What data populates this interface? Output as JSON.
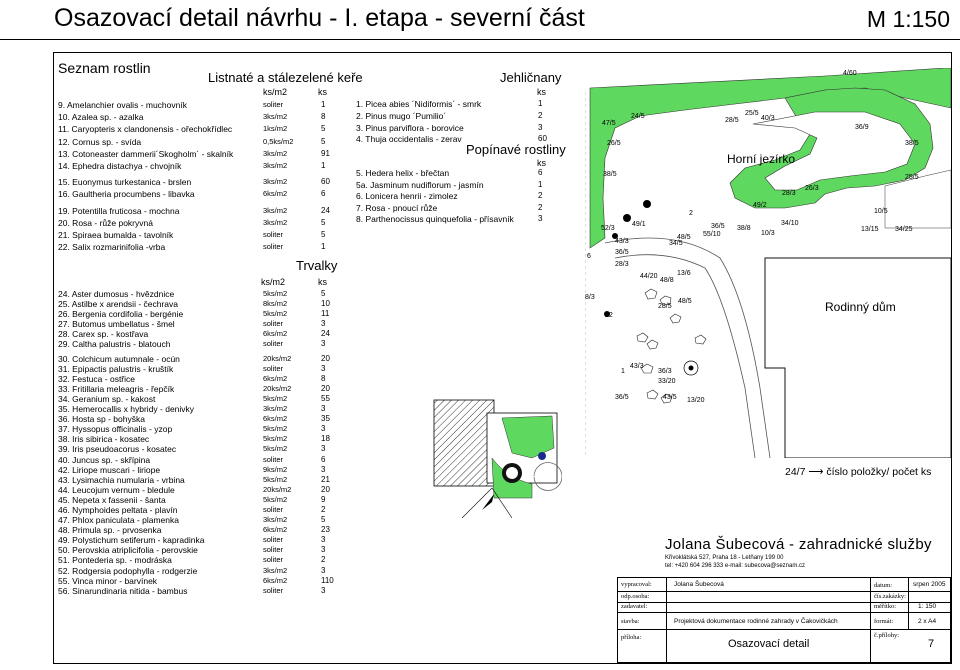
{
  "header": {
    "title": "Osazovací detail návrhu - I. etapa - severní část",
    "scale": "M 1:150"
  },
  "plant_list": {
    "title": "Seznam rostlin",
    "deciduous": {
      "title": "Listnaté a stálezelené keře",
      "col_unit": "ks/m2",
      "col_count": "ks",
      "items": [
        {
          "name": "9.  Amelanchier ovalis - muchovník",
          "unit": "soliter",
          "count": "1"
        },
        {
          "name": "10. Azalea sp. - azalka",
          "unit": "3ks/m2",
          "count": "8"
        },
        {
          "name": "11. Caryopteris x clandonensis - ořechokřídlec",
          "unit": "1ks/m2",
          "count": "5"
        },
        {
          "name": "12. Cornus sp. - svída",
          "unit": "0,5ks/m2",
          "count": "5"
        },
        {
          "name": "13. Cotoneaster dammerii´Skogholm´ - skalník",
          "unit": "3ks/m2",
          "count": "91"
        },
        {
          "name": "14. Ephedra distachya - chvojník",
          "unit": "3ks/m2",
          "count": "1"
        },
        {
          "name": "15. Euonymus turkestanica - brslen",
          "unit": "3ks/m2",
          "count": "60"
        },
        {
          "name": "16. Gaultheria procumbens - libavka",
          "unit": "6ks/m2",
          "count": "6"
        },
        {
          "name": "19. Potentilla fruticosa - mochna",
          "unit": "3ks/m2",
          "count": "24"
        },
        {
          "name": "20. Rosa - růže pokryvná",
          "unit": "3ks/m2",
          "count": "5"
        },
        {
          "name": "21. Spiraea bumalda - tavolník",
          "unit": "soliter",
          "count": "5"
        },
        {
          "name": "22. Salix rozmarinifolia -vrba",
          "unit": "soliter",
          "count": "1"
        }
      ]
    },
    "perennials": {
      "title": "Trvalky",
      "col_unit": "ks/m2",
      "col_count": "ks",
      "items": [
        {
          "name": "24. Aster dumosus - hvězdnice",
          "unit": "5ks/m2",
          "count": "5"
        },
        {
          "name": "25. Astilbe x arendsii - čechrava",
          "unit": "8ks/m2",
          "count": "10"
        },
        {
          "name": "26. Bergenia cordifolia - bergénie",
          "unit": "5ks/m2",
          "count": "11"
        },
        {
          "name": "27. Butomus umbellatus - šmel",
          "unit": "soliter",
          "count": "3"
        },
        {
          "name": "28. Carex sp. - kostřava",
          "unit": "6ks/m2",
          "count": "24"
        },
        {
          "name": "29. Caltha palustris - blatouch",
          "unit": "soliter",
          "count": "3"
        },
        {
          "name": "30. Colchicum autumnale - ocún",
          "unit": "20ks/m2",
          "count": "20"
        },
        {
          "name": "31. Epipactis palustris - kruštík",
          "unit": "soliter",
          "count": "3"
        },
        {
          "name": "32. Festuca - ostřice",
          "unit": "6ks/m2",
          "count": "8"
        },
        {
          "name": "33. Fritillaria meleagris - řepčík",
          "unit": "20ks/m2",
          "count": "20"
        },
        {
          "name": "34. Geranium sp. - kakost",
          "unit": "5ks/m2",
          "count": "55"
        },
        {
          "name": "35. Hemerocallis x hybridy - denivky",
          "unit": "3ks/m2",
          "count": "3"
        },
        {
          "name": "36. Hosta sp - bohyška",
          "unit": "6ks/m2",
          "count": "35"
        },
        {
          "name": "37. Hyssopus officinalis - yzop",
          "unit": "5ks/m2",
          "count": "3"
        },
        {
          "name": "38. Iris sibirica - kosatec",
          "unit": "5ks/m2",
          "count": "18"
        },
        {
          "name": "39. Iris pseudoacorus - kosatec",
          "unit": "5ks/m2",
          "count": "3"
        },
        {
          "name": "40. Juncus sp. - skřípina",
          "unit": "soliter",
          "count": "6"
        },
        {
          "name": "42. Liriope muscari - liriope",
          "unit": "9ks/m2",
          "count": "3"
        },
        {
          "name": "43. Lysimachia numularia - vrbina",
          "unit": "5ks/m2",
          "count": "21"
        },
        {
          "name": "44. Leucojum vernum - bledule",
          "unit": "20ks/m2",
          "count": "20"
        },
        {
          "name": "45. Nepeta x fassenii - šanta",
          "unit": "5ks/m2",
          "count": "9"
        },
        {
          "name": "46. Nymphoides peltata - plavín",
          "unit": "soliter",
          "count": "2"
        },
        {
          "name": "47. Phlox paniculata - plamenka",
          "unit": "3ks/m2",
          "count": "5"
        },
        {
          "name": "48. Primula sp. - prvosenka",
          "unit": "6ks/m2",
          "count": "23"
        },
        {
          "name": "49. Polystichum setiferum - kapradinka",
          "unit": "soliter",
          "count": "3"
        },
        {
          "name": "50. Perovskia atriplicifolia - perovskie",
          "unit": "soliter",
          "count": "3"
        },
        {
          "name": "51. Pontederia sp. - modráska",
          "unit": "soliter",
          "count": "2"
        },
        {
          "name": "52. Rodgersia podophylla - rodgerzie",
          "unit": "3ks/m2",
          "count": "3"
        },
        {
          "name": "55. Vinca minor - barvínek",
          "unit": "6ks/m2",
          "count": "110"
        },
        {
          "name": "56. Sinarundinaria nitida - bambus",
          "unit": "soliter",
          "count": "3"
        }
      ]
    },
    "conifers": {
      "title": "Jehličnany",
      "col_count": "ks",
      "items": [
        {
          "name": "1.  Picea abies ´Nidiformis´ - smrk",
          "count": "1"
        },
        {
          "name": "2.  Pinus mugo ´Pumilio´",
          "count": "2"
        },
        {
          "name": "3.  Pinus parviflora - borovice",
          "count": "3"
        },
        {
          "name": "4.  Thuja occidentalis - zerav",
          "count": "60"
        }
      ]
    },
    "climbers": {
      "title": "Popínavé rostliny",
      "col_count": "ks",
      "items": [
        {
          "name": "5.  Hedera helix - břečtan",
          "count": "6"
        },
        {
          "name": "5a.  Jasminum nudiflorum - jasmín",
          "count": "1"
        },
        {
          "name": "6.  Lonicera henrii - zimolez",
          "count": "2"
        },
        {
          "name": "7.  Rosa - pnoucí růže",
          "count": "2"
        },
        {
          "name": "8.  Parthenocissus quinquefolia - přísavník",
          "count": "3"
        }
      ]
    }
  },
  "plan": {
    "pond_label": "Horní jezírko",
    "house_label": "Rodinný dům",
    "labels": [
      "4/60",
      "47/5",
      "24/5",
      "25/5",
      "28/5",
      "40/3",
      "36/9",
      "38/5",
      "26/5",
      "38/5",
      "25/5",
      "26/3",
      "28/3",
      "49/2",
      "10/5",
      "34/10",
      "13/15",
      "34/25",
      "10/3",
      "38/8",
      "36/5",
      "55/10",
      "2",
      "48/5",
      "34/5",
      "49/1",
      "52/3",
      "43/3",
      "36/5",
      "6",
      "44/20",
      "48/8",
      "13/6",
      "8/3",
      "28/5",
      "22",
      "43/3",
      "1",
      "36/3",
      "33/20",
      "43/5",
      "13/20",
      "36/5",
      "28/3",
      "48/5"
    ]
  },
  "legend": {
    "text": "24/7 ⟶ číslo položky/ počet ks"
  },
  "company": {
    "name": "Jolana Šubecová - zahradnické služby",
    "address": "Křivoklátská 527, Praha 18 - Letňany 199 00",
    "contact": "tel: +420 604 296 333   e-mail: subecova@seznam.cz"
  },
  "title_block": {
    "vypracoval_label": "vypracoval:",
    "vypracoval_value": "Jolana Šubecová",
    "odp_label": "odp.osoba:",
    "zadavatel_label": "zadavatel:",
    "stavba_label": "stavba:",
    "stavba_value": "Projektová dokumentace rodinné zahrady v Čakovičkách",
    "priloha_label": "příloha:",
    "priloha_value": "Osazovací detail",
    "datum_label": "datum:",
    "datum_value": "srpen 2005",
    "zakazky_label": "čís.zakázky:",
    "meritko_label": "měřítko:",
    "meritko_value": "1: 150",
    "format_label": "formát:",
    "format_value": "2 x A4",
    "prilohy_label": "č.přílohy:",
    "prilohy_value": "7"
  }
}
